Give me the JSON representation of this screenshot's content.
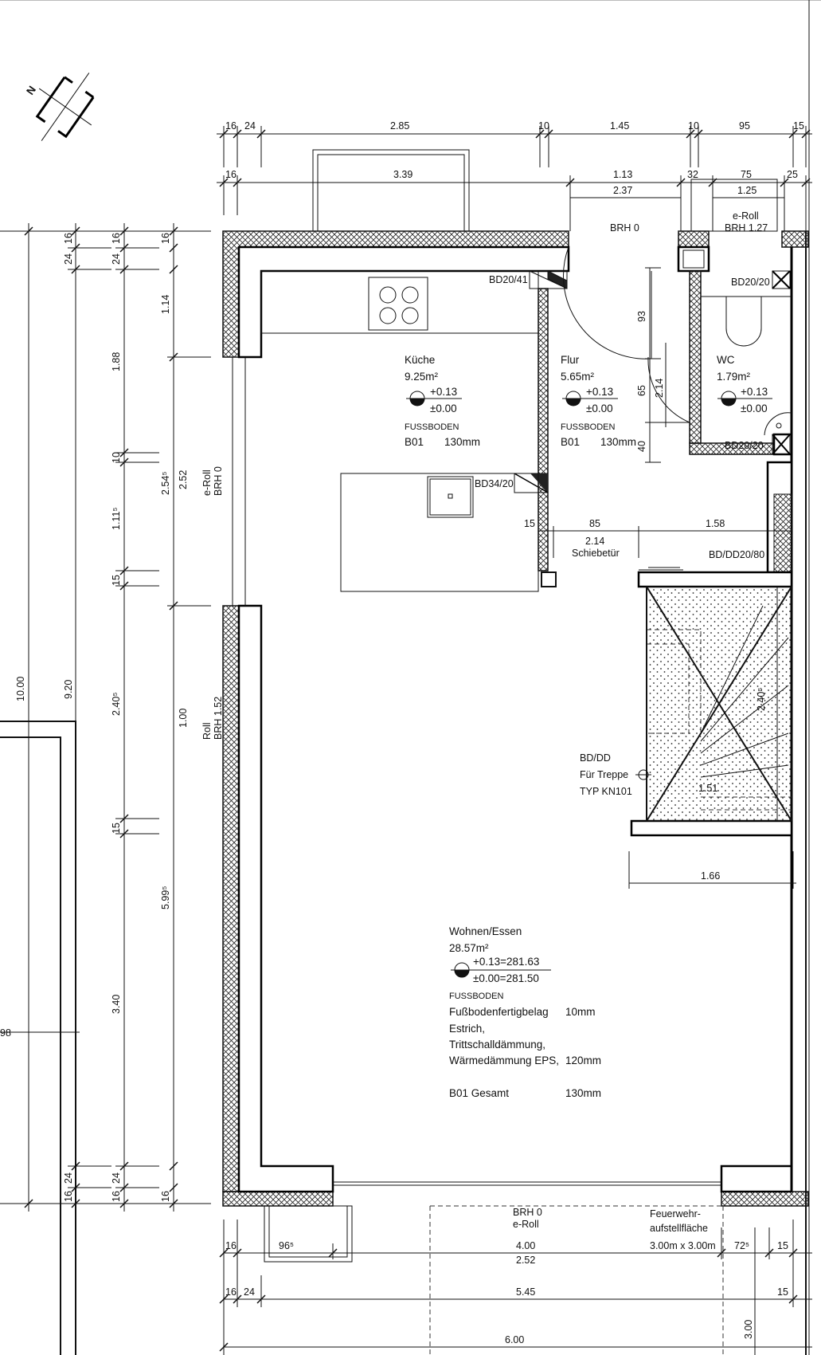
{
  "north_label": "N",
  "dims_top_row1": [
    "16",
    "24",
    "2.85",
    "10",
    "1.45",
    "10",
    "95",
    "15"
  ],
  "dims_top_row2": [
    "16",
    "3.39",
    "1.13",
    "2.37",
    "32",
    "75",
    "1.25",
    "25"
  ],
  "labels_top": {
    "brh0": "BRH 0",
    "eroll": "e-Roll",
    "brh127": "BRH 1.27"
  },
  "dims_left_outer": [
    "10.00",
    "9.20",
    "98"
  ],
  "dims_left_mid": [
    "16",
    "24",
    "1.88",
    "10",
    "1.11⁵",
    "15",
    "2.40⁵",
    "15",
    "3.40",
    "24",
    "16"
  ],
  "dims_left_inner": [
    "16",
    "24",
    "1.14",
    "2.54⁵",
    "2.52",
    "1.00",
    "5.99⁵",
    "16",
    "24"
  ],
  "dims_left_extra": [
    "16",
    "16"
  ],
  "window_left": {
    "upper_a": "e-Roll",
    "upper_b": "BRH 0",
    "lower_a": "Roll",
    "lower_b": "BRH 1.52"
  },
  "rooms": {
    "kitchen": {
      "name": "Küche",
      "area": "9.25m²",
      "level_top": "+0.13",
      "level_bot": "±0.00",
      "floor": "FUSSBODEN",
      "floor_type": "B01",
      "floor_mm": "130mm"
    },
    "hall": {
      "name": "Flur",
      "area": "5.65m²",
      "level_top": "+0.13",
      "level_bot": "±0.00",
      "floor": "FUSSBODEN",
      "floor_type": "B01",
      "floor_mm": "130mm"
    },
    "wc": {
      "name": "WC",
      "area": "1.79m²",
      "level_top": "+0.13",
      "level_bot": "±0.00"
    },
    "living": {
      "name": "Wohnen/Essen",
      "area": "28.57m²",
      "level_top": "+0.13=281.63",
      "level_bot": "±0.00=281.50",
      "floor": "FUSSBODEN",
      "layers": [
        {
          "label": "Fußbodenfertigbelag",
          "value": "10mm"
        },
        {
          "label": "Estrich,",
          "value": ""
        },
        {
          "label": "Trittschalldämmung,",
          "value": ""
        },
        {
          "label": "Wärmedämmung EPS,",
          "value": "120mm"
        }
      ],
      "total_label": "B01 Gesamt",
      "total_value": "130mm"
    }
  },
  "openings": {
    "bd_kitchen": "BD20/41",
    "bd_wc_top": "BD20/20",
    "bd_wc_bot": "BD20/20",
    "bd_island": "BD34/20",
    "bd_dd": "BD/DD20/80",
    "stair_note": [
      "BD/DD",
      "Für Treppe",
      "TYP KN101"
    ]
  },
  "hall_dims": [
    "93",
    "65",
    "2.14",
    "40",
    "15",
    "85",
    "1.58",
    "2.14",
    "Schiebetür"
  ],
  "stair_dims": [
    "1.51",
    "2.40⁵",
    "1.66"
  ],
  "dims_bottom": {
    "brh0": "BRH 0",
    "eroll": "e-Roll",
    "row1": [
      "16",
      "96⁵",
      "4.00",
      "2.52",
      "72⁵",
      "15"
    ],
    "row2": [
      "16",
      "24",
      "5.45",
      "15"
    ],
    "row3": [
      "6.00",
      "3.00"
    ],
    "fire_area": [
      "Feuerwehr-",
      "aufstellfläche",
      "3.00m x 3.00m"
    ]
  }
}
